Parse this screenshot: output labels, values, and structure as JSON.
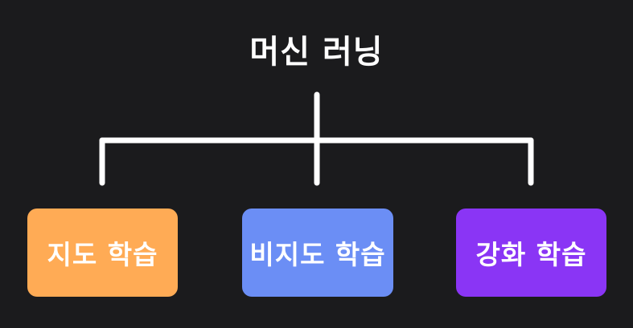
{
  "diagram": {
    "title": "머신 러닝",
    "children": [
      {
        "label": "지도 학습",
        "color": "#ffab55"
      },
      {
        "label": "비지도 학습",
        "color": "#6b8ef5"
      },
      {
        "label": "강화 학습",
        "color": "#8a35f5"
      }
    ],
    "connector_color": "#ffffff",
    "background": "#1b1b1d"
  }
}
